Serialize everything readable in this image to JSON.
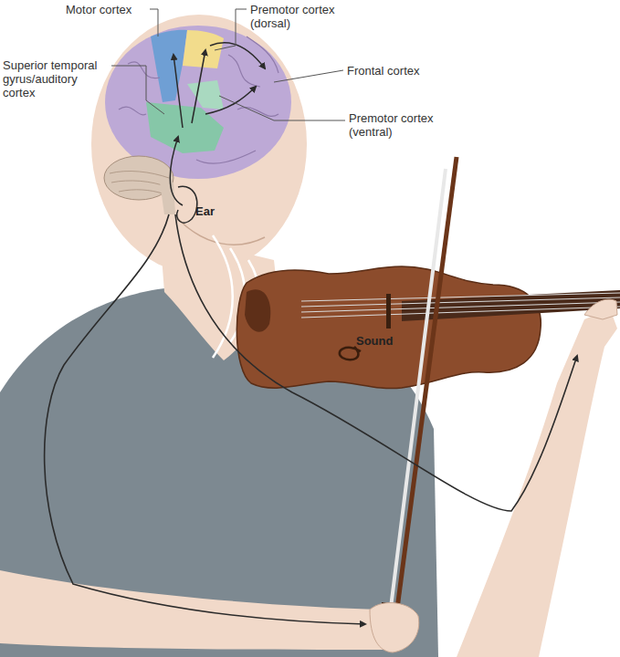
{
  "diagram": {
    "labels": [
      "Motor cortex",
      "Premotor cortex (dorsal)",
      "Superior temporal gyrus/auditory cortex",
      "Frontal cortex",
      "Premotor cortex (ventral)",
      "Ear",
      "Sound"
    ]
  }
}
